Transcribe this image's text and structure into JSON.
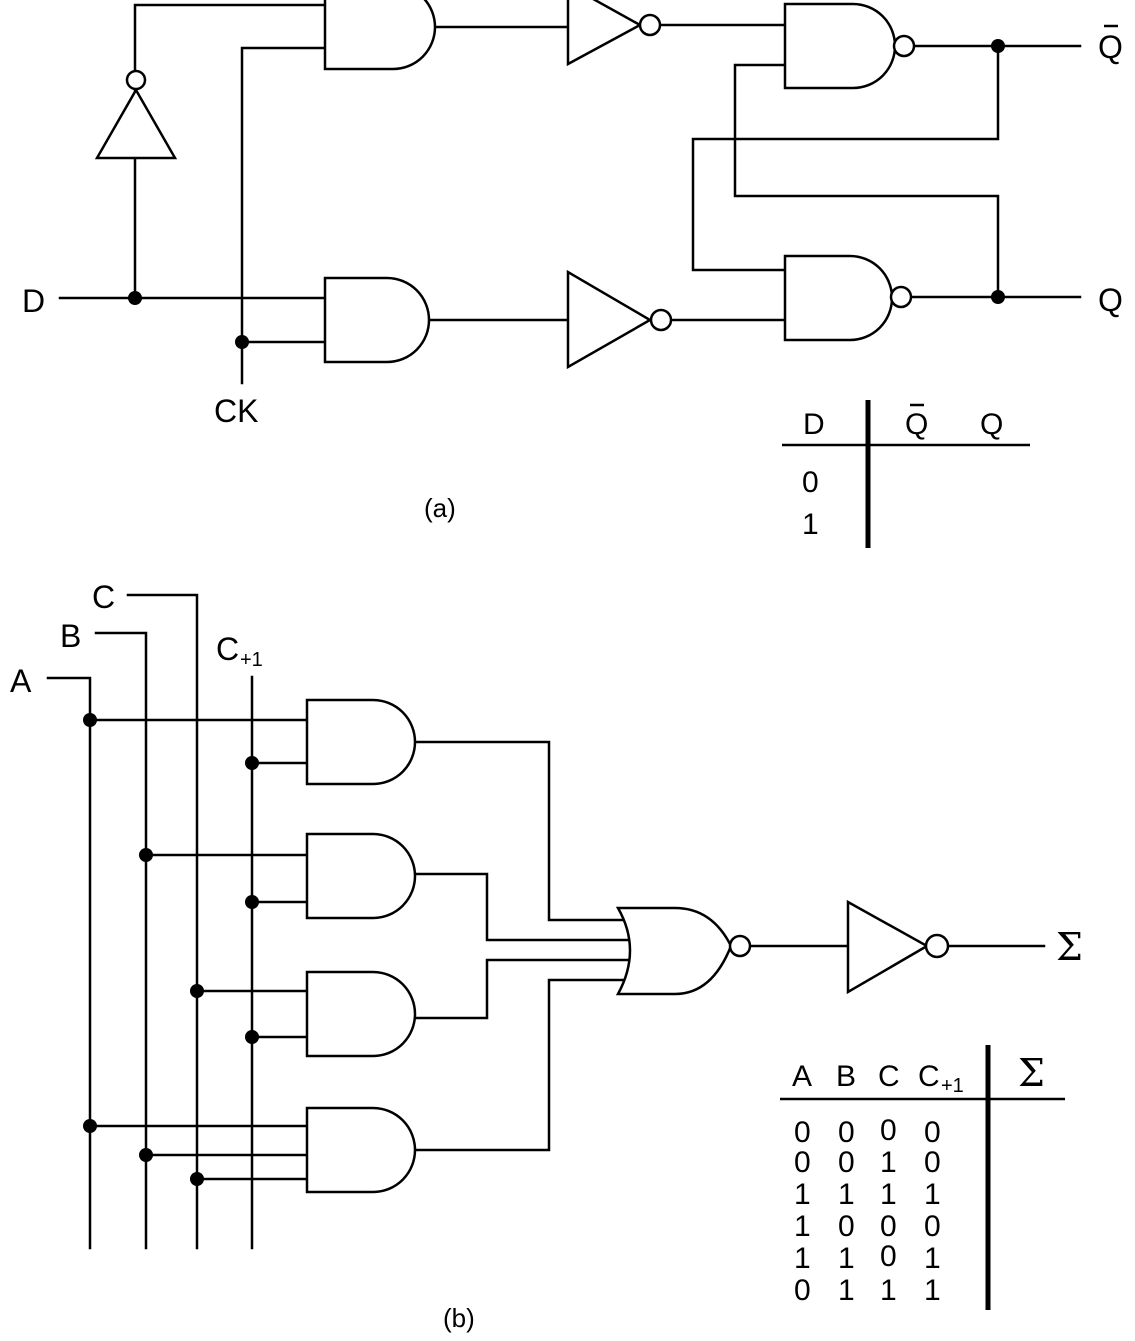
{
  "figure_a": {
    "caption": "(a)",
    "inputs": {
      "d": "D",
      "ck": "CK"
    },
    "outputs": {
      "q_bar": "Q",
      "q": "Q"
    },
    "table": {
      "headers": [
        "D",
        "Q",
        "Q"
      ],
      "rows": [
        "0",
        "1"
      ]
    }
  },
  "figure_b": {
    "caption": "(b)",
    "inputs": {
      "a": "A",
      "b": "B",
      "c": "C",
      "c1": "C",
      "c1_sub": "+1"
    },
    "output": "Σ",
    "table": {
      "headers": [
        "A",
        "B",
        "C",
        "C",
        "Σ"
      ],
      "header_sub": "+1",
      "rows": [
        [
          "0",
          "0",
          "0",
          "0"
        ],
        [
          "0",
          "0",
          "1",
          "0"
        ],
        [
          "1",
          "1",
          "1",
          "1"
        ],
        [
          "1",
          "0",
          "0",
          "0"
        ],
        [
          "1",
          "1",
          "0",
          "1"
        ],
        [
          "0",
          "1",
          "1",
          "1"
        ]
      ]
    }
  }
}
